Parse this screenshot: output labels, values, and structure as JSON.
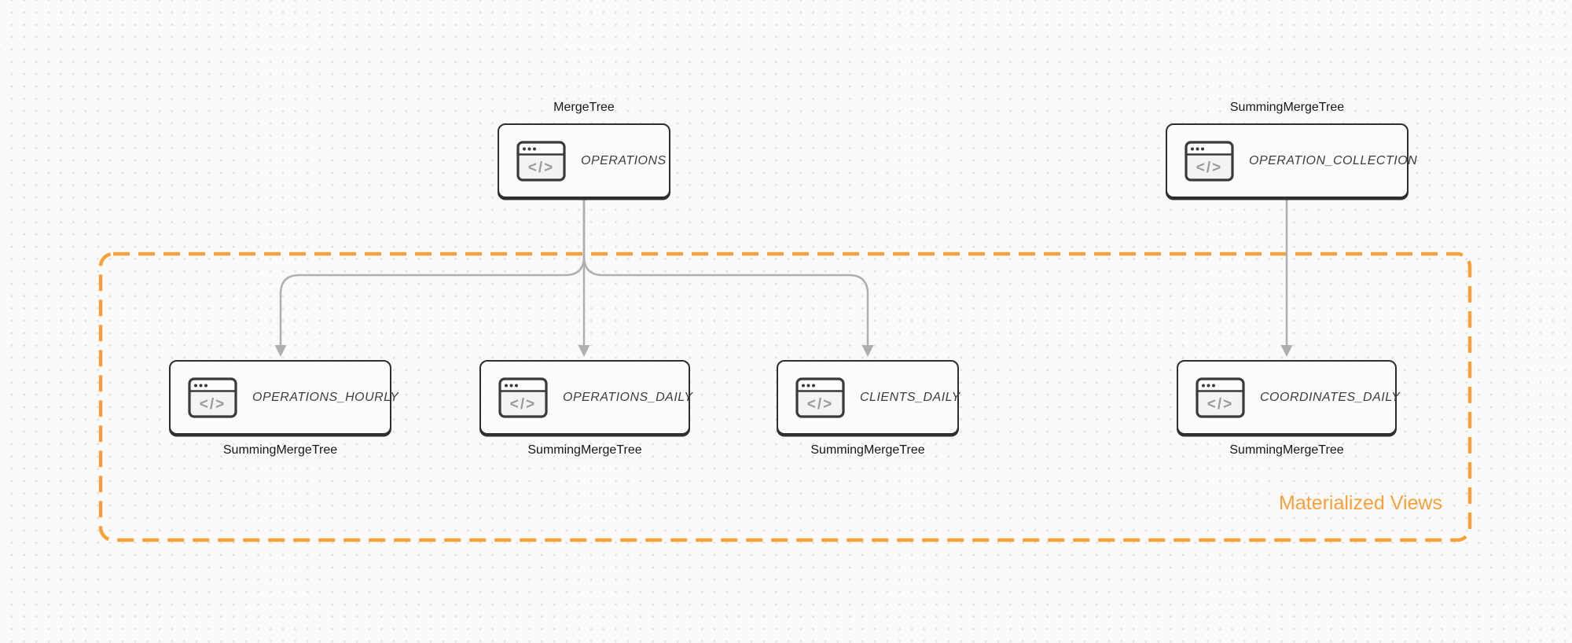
{
  "nodes": [
    {
      "id": "operations",
      "engine": "MergeTree",
      "name": "OPERATIONS",
      "engine_position": "top"
    },
    {
      "id": "operation-collection",
      "engine": "SummingMergeTree",
      "name": "OPERATION_COLLECTION",
      "engine_position": "top"
    },
    {
      "id": "operations-hourly",
      "engine": "SummingMergeTree",
      "name": "OPERATIONS_HOURLY",
      "engine_position": "bottom"
    },
    {
      "id": "operations-daily",
      "engine": "SummingMergeTree",
      "name": "OPERATIONS_DAILY",
      "engine_position": "bottom"
    },
    {
      "id": "clients-daily",
      "engine": "SummingMergeTree",
      "name": "CLIENTS_DAILY",
      "engine_position": "bottom"
    },
    {
      "id": "coordinates-daily",
      "engine": "SummingMergeTree",
      "name": "COORDINATES_DAILY",
      "engine_position": "bottom"
    }
  ],
  "edges": [
    {
      "from": "OPERATIONS",
      "to": "OPERATIONS_HOURLY"
    },
    {
      "from": "OPERATIONS",
      "to": "OPERATIONS_DAILY"
    },
    {
      "from": "OPERATIONS",
      "to": "CLIENTS_DAILY"
    },
    {
      "from": "OPERATION_COLLECTION",
      "to": "COORDINATES_DAILY"
    }
  ],
  "group": {
    "label": "Materialized Views",
    "contains": [
      "OPERATIONS_HOURLY",
      "OPERATIONS_DAILY",
      "CLIENTS_DAILY",
      "COORDINATES_DAILY"
    ]
  },
  "icon": {
    "name": "code-window-icon",
    "glyph": "</>"
  },
  "colors": {
    "background": "#FAFAFA",
    "dot_grid": "#E2E2E2",
    "node_border": "#2E2E2E",
    "node_fill": "#FBFCFC",
    "node_name_text": "#3D3D3D",
    "engine_label_text": "#161616",
    "arrow": "#AFAFAF",
    "group_accent": "#F8A13C"
  }
}
